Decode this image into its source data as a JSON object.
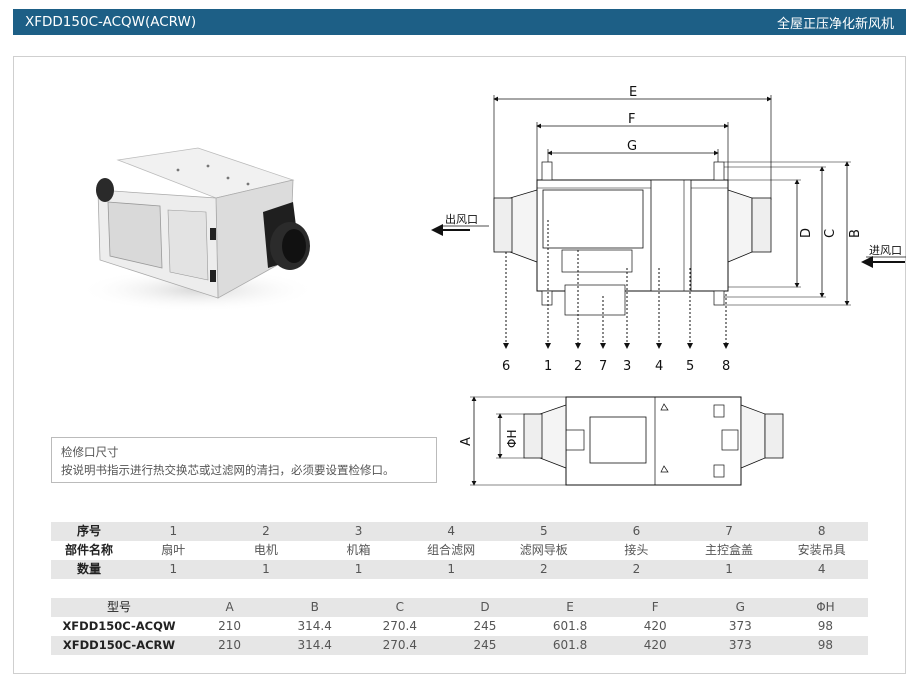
{
  "header": {
    "model": "XFDD150C-ACQW(ACRW)",
    "product_name": "全屋正压净化新风机"
  },
  "drawing": {
    "dim_E": "E",
    "dim_F": "F",
    "dim_G": "G",
    "dim_D": "D",
    "dim_C": "C",
    "dim_B": "B",
    "dim_A": "A",
    "dim_PhiH": "ΦH",
    "outlet_label": "出风口",
    "inlet_label": "进风口",
    "callouts": [
      "6",
      "1",
      "2",
      "7",
      "3",
      "4",
      "5",
      "8"
    ]
  },
  "note": {
    "title": "检修口尺寸",
    "text": "按说明书指示进行热交换芯或过滤网的清扫，必须要设置检修口。"
  },
  "parts_table": {
    "rows": [
      {
        "head": "序号",
        "cells": [
          "1",
          "2",
          "3",
          "4",
          "5",
          "6",
          "7",
          "8"
        ]
      },
      {
        "head": "部件名称",
        "cells": [
          "扇叶",
          "电机",
          "机箱",
          "组合滤网",
          "滤网导板",
          "接头",
          "主控盒盖",
          "安装吊具"
        ]
      },
      {
        "head": "数量",
        "cells": [
          "1",
          "1",
          "1",
          "1",
          "2",
          "2",
          "1",
          "4"
        ]
      }
    ]
  },
  "spec_table": {
    "header": {
      "head": "型号",
      "cells": [
        "A",
        "B",
        "C",
        "D",
        "E",
        "F",
        "G",
        "ΦH"
      ]
    },
    "rows": [
      {
        "head": "XFDD150C-ACQW",
        "cells": [
          "210",
          "314.4",
          "270.4",
          "245",
          "601.8",
          "420",
          "373",
          "98"
        ]
      },
      {
        "head": "XFDD150C-ACRW",
        "cells": [
          "210",
          "314.4",
          "270.4",
          "245",
          "601.8",
          "420",
          "373",
          "98"
        ]
      }
    ]
  },
  "colors": {
    "header_bg": "#1d5f86",
    "table_shade": "#e6e6e6"
  }
}
